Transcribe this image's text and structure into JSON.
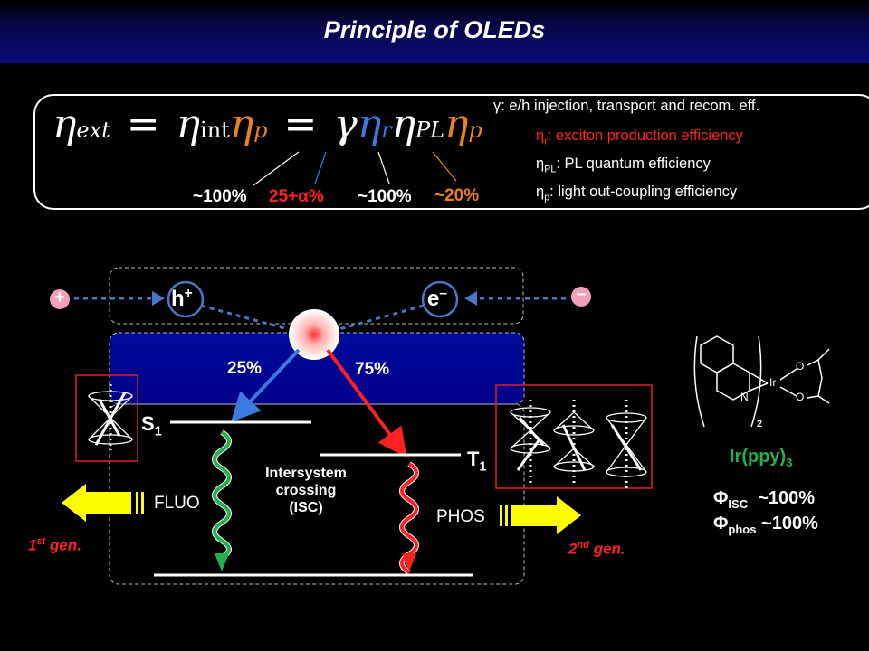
{
  "title": "Principle of OLEDs",
  "equation": {
    "eta": "η",
    "sub_ext": "ext",
    "equals": "=",
    "sub_int": "int",
    "sub_p": "p",
    "gamma": "γ",
    "sub_r": "r",
    "sub_PL": "PL"
  },
  "values": {
    "eta_int": "~100%",
    "eta_r": "25+α%",
    "eta_PL": "~100%",
    "eta_p": "~20%"
  },
  "legend": {
    "gamma": "γ: e/h injection, transport and recom. eff.",
    "eta_r_sym": "η",
    "eta_r_sub": "r",
    "eta_r_text": ":  exciton production efficiency",
    "eta_PL_sym": "η",
    "eta_PL_sub": "PL",
    "eta_PL_text": ": PL quantum  efficiency",
    "eta_p_sym": "η",
    "eta_p_sub": "p",
    "eta_p_text": ":  light out-coupling  efficiency"
  },
  "diagram": {
    "plus": "+",
    "minus": "–",
    "hole": "h",
    "hole_sup": "+",
    "electron": "e",
    "electron_sup": "–",
    "singlet_pct": "25%",
    "triplet_pct": "75%",
    "S": "S",
    "S_sub": "1",
    "T": "T",
    "T_sub": "1",
    "fluo": "FLUO",
    "phos": "PHOS",
    "isc_line1": "Intersystem",
    "isc_line2": "crossing",
    "isc_line3": "(ISC)",
    "gen1": "1",
    "gen1_sup": "st",
    "gen1_text": " gen.",
    "gen2": "2",
    "gen2_sup": "nd",
    "gen2_text": " gen."
  },
  "molecule": {
    "ir": "Ir",
    "n": "N",
    "o1": "O",
    "o2": "O",
    "subscript": "2",
    "name": "Ir(ppy)",
    "name_sub": "3",
    "phi": "Φ",
    "isc_sub": "ISC",
    "isc_val": "~100%",
    "phos_sub": "phos",
    "phos_val": "~100%"
  },
  "colors": {
    "orange": "#e8821e",
    "blue": "#3a7ae0",
    "red": "#ff2020",
    "green": "#22b14c",
    "yellow": "#ffff00",
    "navy": "#000080",
    "pink": "#f4a0b8"
  }
}
